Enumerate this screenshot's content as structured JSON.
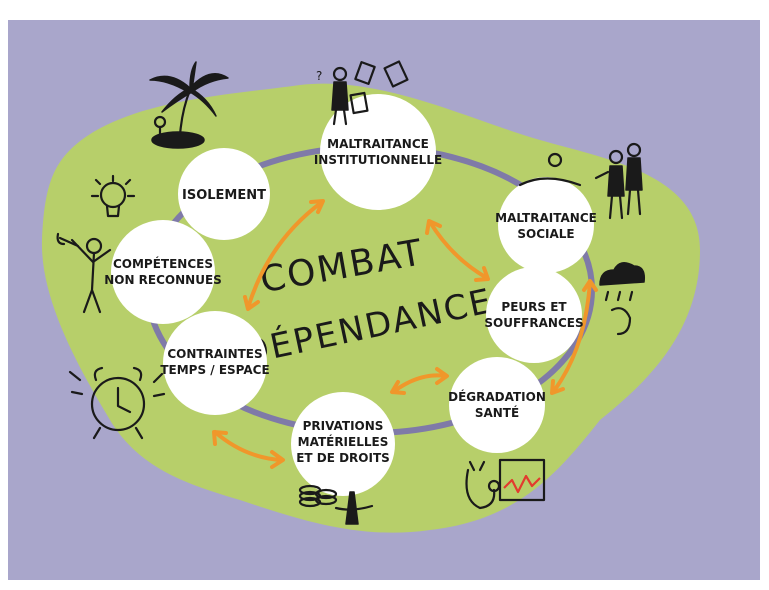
{
  "diagram": {
    "center": {
      "line1": "COMBAT",
      "line2": "DÉPENDANCE"
    },
    "nodes": [
      {
        "id": "maltraitance-institutionnelle",
        "lines": [
          "MALTRAITANCE",
          "INSTITUTIONNELLE"
        ]
      },
      {
        "id": "maltraitance-sociale",
        "lines": [
          "MALTRAITANCE",
          "SOCIALE"
        ]
      },
      {
        "id": "peurs-souffrances",
        "lines": [
          "PEURS ET",
          "SOUFFRANCES"
        ]
      },
      {
        "id": "degradation-sante",
        "lines": [
          "DÉGRADATION",
          "SANTÉ"
        ]
      },
      {
        "id": "privations",
        "lines": [
          "PRIVATIONS",
          "MATÉRIELLES",
          "ET DE DROITS"
        ]
      },
      {
        "id": "contraintes",
        "lines": [
          "CONTRAINTES",
          "TEMPS / ESPACE"
        ]
      },
      {
        "id": "competences",
        "lines": [
          "COMPÉTENCES",
          "NON RECONNUES"
        ]
      },
      {
        "id": "isolement",
        "lines": [
          "ISOLEMENT"
        ]
      }
    ],
    "colors": {
      "background": "#a9a6cb",
      "island": "#b7cf6a",
      "ring": "#7f7aa8",
      "arrow": "#f0972b",
      "bubble": "#ffffff",
      "ink": "#1a1a1a"
    },
    "icons": [
      "palm-tree-icon",
      "confused-person-documents-icon",
      "gossiping-people-icon",
      "lightbulb-icon",
      "wrench-person-icon",
      "rain-cloud-head-icon",
      "alarm-clock-icon",
      "stethoscope-chart-icon",
      "coins-icon"
    ]
  }
}
